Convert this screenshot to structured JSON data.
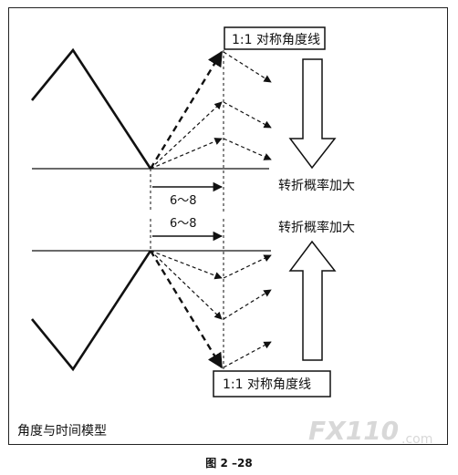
{
  "diagram": {
    "top_box_label": "1:1 对称角度线",
    "bottom_box_label": "1:1 对称角度线",
    "top_span_label": "6～8",
    "bottom_span_label": "6～8",
    "top_note": "转折概率加大",
    "bottom_note": "转折概率加大",
    "panel_title": "角度与时间模型",
    "caption": "图 2 –28",
    "watermark_text": "FX110.com"
  }
}
